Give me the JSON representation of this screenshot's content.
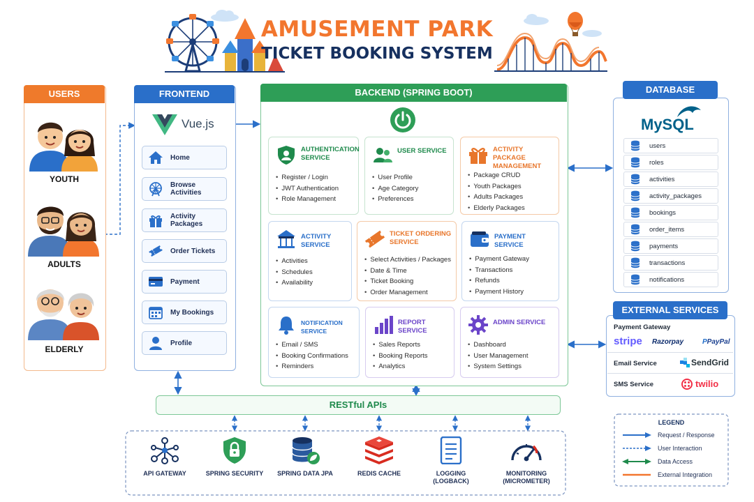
{
  "header": {
    "title_line1": "AMUSEMENT PARK",
    "title_line2": "TICKET BOOKING SYSTEM"
  },
  "users": {
    "header": "USERS",
    "groups": [
      "YOUTH",
      "ADULTS",
      "ELDERLY"
    ]
  },
  "frontend": {
    "header": "FRONTEND",
    "framework": "Vue.js",
    "nav": [
      {
        "label": "Home",
        "icon": "home-icon"
      },
      {
        "label": "Browse Activities",
        "icon": "ferris-wheel-icon"
      },
      {
        "label": "Activity Packages",
        "icon": "gift-icon"
      },
      {
        "label": "Order Tickets",
        "icon": "ticket-icon"
      },
      {
        "label": "Payment",
        "icon": "credit-card-icon"
      },
      {
        "label": "My Bookings",
        "icon": "calendar-icon"
      },
      {
        "label": "Profile",
        "icon": "profile-icon"
      }
    ]
  },
  "backend": {
    "header": "BACKEND (SPRING BOOT)",
    "services": [
      {
        "title": "AUTHENTICATION SERVICE",
        "icon": "shield-user-icon",
        "color": "#1f8a4c",
        "items": [
          "Register / Login",
          "JWT Authentication",
          "Role Management"
        ]
      },
      {
        "title": "USER SERVICE",
        "icon": "users-icon",
        "color": "#1f8a4c",
        "items": [
          "User Profile",
          "Age Category",
          "Preferences"
        ]
      },
      {
        "title": "ACTIVITY PACKAGE MANAGEMENT",
        "icon": "gift-icon",
        "color": "#e8762b",
        "items": [
          "Package CRUD",
          "Youth Packages",
          "Adults Packages",
          "Elderly Packages"
        ]
      },
      {
        "title": "ACTIVITY SERVICE",
        "icon": "carousel-icon",
        "color": "#2a6fc9",
        "items": [
          "Activities",
          "Schedules",
          "Availability"
        ]
      },
      {
        "title": "TICKET ORDERING SERVICE",
        "icon": "ticket-icon",
        "color": "#e8762b",
        "items": [
          "Select Activities / Packages",
          "Date & Time",
          "Ticket Booking",
          "Order Management"
        ]
      },
      {
        "title": "PAYMENT SERVICE",
        "icon": "wallet-icon",
        "color": "#2a6fc9",
        "items": [
          "Payment Gateway",
          "Transactions",
          "Refunds",
          "Payment History"
        ]
      },
      {
        "title": "NOTIFICATION SERVICE",
        "icon": "bell-icon",
        "color": "#2a6fc9",
        "items": [
          "Email / SMS",
          "Booking Confirmations",
          "Reminders"
        ]
      },
      {
        "title": "REPORT SERVICE",
        "icon": "bar-chart-icon",
        "color": "#6b45c9",
        "items": [
          "Sales Reports",
          "Booking Reports",
          "Analytics"
        ]
      },
      {
        "title": "ADMIN SERVICE",
        "icon": "gear-icon",
        "color": "#6b45c9",
        "items": [
          "Dashboard",
          "User Management",
          "System Settings"
        ]
      }
    ]
  },
  "database": {
    "header": "DATABASE",
    "engine_logo": "MySQL",
    "tables": [
      "users",
      "roles",
      "activities",
      "activity_packages",
      "bookings",
      "order_items",
      "payments",
      "transactions",
      "notifications"
    ]
  },
  "external": {
    "header": "EXTERNAL SERVICES",
    "payment_gateway_label": "Payment Gateway",
    "payment_providers": [
      "stripe",
      "Razorpay",
      "PayPal"
    ],
    "email_label": "Email Service",
    "email_provider": "SendGrid",
    "sms_label": "SMS Service",
    "sms_provider": "twilio"
  },
  "api": {
    "label": "RESTful APIs"
  },
  "infrastructure": [
    {
      "label": "API GATEWAY",
      "icon": "network-icon"
    },
    {
      "label": "SPRING SECURITY",
      "icon": "lock-shield-icon"
    },
    {
      "label": "SPRING DATA JPA",
      "icon": "database-leaf-icon"
    },
    {
      "label": "REDIS CACHE",
      "icon": "redis-icon"
    },
    {
      "label": "LOGGING\n(LOGBACK)",
      "icon": "document-icon"
    },
    {
      "label": "MONITORING\n(MICROMETER)",
      "icon": "gauge-icon"
    }
  ],
  "legend": {
    "title": "LEGEND",
    "items": [
      {
        "label": "Request / Response",
        "style": "solid-arrow",
        "color": "#2a6fc9"
      },
      {
        "label": "User Interaction",
        "style": "dashed-arrow",
        "color": "#2a6fc9"
      },
      {
        "label": "Data Access",
        "style": "double-arrow",
        "color": "#1f8a4c"
      },
      {
        "label": "External Integration",
        "style": "solid-line",
        "color": "#f2762e"
      }
    ]
  },
  "colors": {
    "users": "#ef7a2b",
    "frontend": "#2a6fc9",
    "backend": "#2e9e57",
    "database": "#2a6fc9",
    "accent_orange": "#f2762e",
    "navy": "#16305f"
  }
}
